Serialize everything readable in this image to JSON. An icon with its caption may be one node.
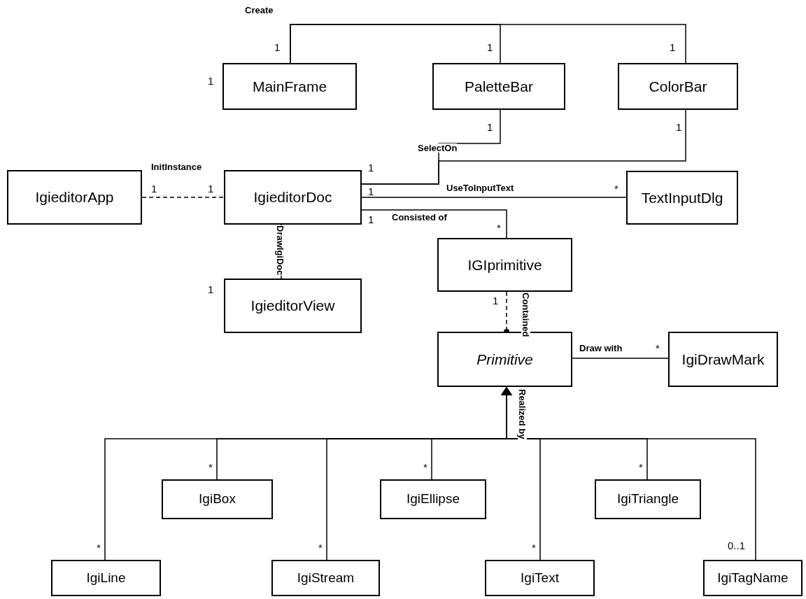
{
  "diagram": {
    "nodes": [
      {
        "text": [
          "MainFrame"
        ],
        "beside": [
          "1"
        ]
      },
      {
        "text": [
          "PaletteBar"
        ]
      },
      {
        "text": [
          "ColorBar"
        ]
      },
      {
        "text": [
          "IgieditorApp"
        ]
      },
      {
        "text": [
          "IgieditorDoc"
        ]
      },
      {
        "text": [
          "TextInputDlg"
        ]
      },
      {
        "text": [
          "IGIprimitive"
        ]
      },
      {
        "text": [
          "IgieditorView"
        ],
        "beside": [
          "1"
        ]
      },
      {
        "text": [
          "Primitive"
        ]
      },
      {
        "text": [
          "IgiDrawMark"
        ]
      },
      {
        "text": [
          "IgiBox"
        ]
      },
      {
        "text": [
          "IgiEllipse"
        ]
      },
      {
        "text": [
          "IgiTriangle"
        ]
      },
      {
        "text": [
          "IgiLine"
        ]
      },
      {
        "text": [
          "IgiStream"
        ]
      },
      {
        "text": [
          "IgiText"
        ]
      },
      {
        "text": [
          "IgiTagName"
        ]
      }
    ],
    "edges": [
      {
        "from": 0,
        "to": 1,
        "arrow": "none",
        "label": "Create"
      },
      {
        "from": 0,
        "to": 2,
        "arrow": "none"
      },
      {
        "from": 1,
        "to": 4,
        "arrow": "none",
        "label": "SelectOn"
      },
      {
        "from": 2,
        "to": 4,
        "arrow": "none"
      },
      {
        "from": 3,
        "to": 4,
        "arrow": "none",
        "label": "InitInstance",
        "style": "dashed"
      },
      {
        "from": 4,
        "to": 5,
        "arrow": "none",
        "label": "UseToInputText"
      },
      {
        "from": 4,
        "to": 6,
        "arrow": "none",
        "label": "Consisted of"
      },
      {
        "from": 4,
        "to": 7,
        "arrow": "none",
        "label": "DrawIgiDoc"
      },
      {
        "from": 6,
        "to": 8,
        "arrow": "other",
        "label": "Contained",
        "style": "dashed"
      },
      {
        "from": 8,
        "to": 9,
        "arrow": "none",
        "label": "Draw with"
      },
      {
        "from": 10,
        "to": 8,
        "arrow": "to"
      },
      {
        "from": 11,
        "to": 8,
        "arrow": "to"
      },
      {
        "from": 12,
        "to": 8,
        "arrow": "to"
      },
      {
        "from": 13,
        "to": 8,
        "arrow": "to"
      },
      {
        "from": 14,
        "to": 8,
        "arrow": "to"
      },
      {
        "from": 15,
        "to": 8,
        "arrow": "to",
        "label": "Realized by"
      },
      {
        "from": 16,
        "to": 8,
        "arrow": "to"
      }
    ],
    "labels": [
      "1",
      "1",
      "1",
      "1",
      "1",
      "1",
      "1",
      "1",
      "1",
      "*",
      "1",
      "*",
      "1",
      "*",
      "*",
      "*",
      "*",
      "*",
      "*",
      "*",
      "0..1"
    ]
  }
}
